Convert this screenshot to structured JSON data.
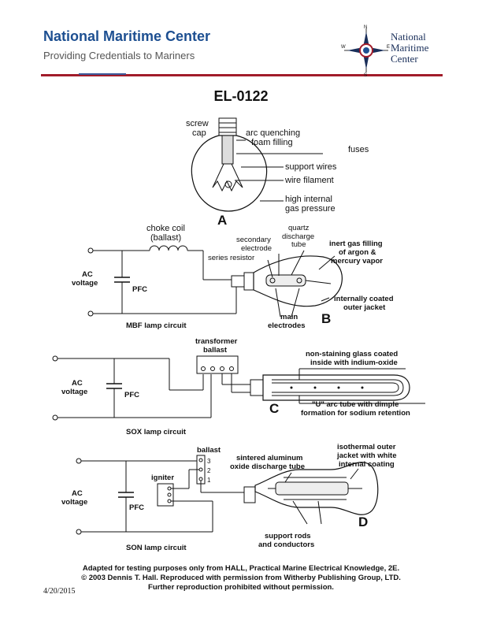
{
  "header": {
    "title": "National Maritime Center",
    "subtitle": "Providing Credentials to Mariners",
    "logo_lines": [
      "National",
      "Maritime",
      "Center"
    ],
    "compass_letters": [
      "N",
      "E",
      "S",
      "W"
    ]
  },
  "doc_id": "EL-0122",
  "panel_a": {
    "letter": "A",
    "screw_cap": [
      "screw",
      "cap"
    ],
    "arc_quenching": [
      "arc quenching",
      "foam filling"
    ],
    "fuses": "fuses",
    "support_wires": "support wires",
    "wire_filament": "wire filament",
    "high_pressure": [
      "high internal",
      "gas pressure"
    ]
  },
  "panel_b": {
    "letter": "B",
    "choke_coil": [
      "choke coil",
      "(ballast)"
    ],
    "secondary_electrode": [
      "secondary",
      "electrode"
    ],
    "quartz_tube": [
      "quartz",
      "discharge",
      "tube"
    ],
    "inert_gas": [
      "inert gas filling",
      "of argon &",
      "mercury vapor"
    ],
    "series_resistor": "series resistor",
    "ac_voltage": [
      "AC",
      "voltage"
    ],
    "pfc": "PFC",
    "internally_coated": [
      "internally coated",
      "outer jacket"
    ],
    "main_electrodes": [
      "main",
      "electrodes"
    ],
    "circuit": "MBF lamp circuit"
  },
  "panel_c": {
    "letter": "C",
    "transformer": [
      "transformer",
      "ballast"
    ],
    "non_staining": [
      "non-staining glass coated",
      "inside with indium-oxide"
    ],
    "ac_voltage": [
      "AC",
      "voltage"
    ],
    "pfc": "PFC",
    "u_tube": [
      "\"U\" arc tube with dimple",
      "formation for sodium retention"
    ],
    "circuit": "SOX lamp circuit"
  },
  "panel_d": {
    "letter": "D",
    "ballast": "ballast",
    "ballast_terminals": [
      "3",
      "2",
      "1"
    ],
    "sintered": [
      "sintered aluminum",
      "oxide discharge tube"
    ],
    "isothermal": [
      "isothermal outer",
      "jacket with white",
      "internal coating"
    ],
    "igniter": "igniter",
    "ac_voltage": [
      "AC",
      "voltage"
    ],
    "pfc": "PFC",
    "support_rods": [
      "support rods",
      "and conductors"
    ],
    "circuit": "SON lamp circuit"
  },
  "footer": {
    "line1": "Adapted for testing purposes only from HALL, Practical Marine Electrical Knowledge, 2E.",
    "line2": "© 2003 Dennis T. Hall. Reproduced with permission from Witherby Publishing Group, LTD.",
    "line3": "Further reproduction prohibited without permission.",
    "date": "4/20/2015"
  },
  "colors": {
    "brand_blue": "#1d4f91",
    "brand_red": "#a11c2a"
  }
}
